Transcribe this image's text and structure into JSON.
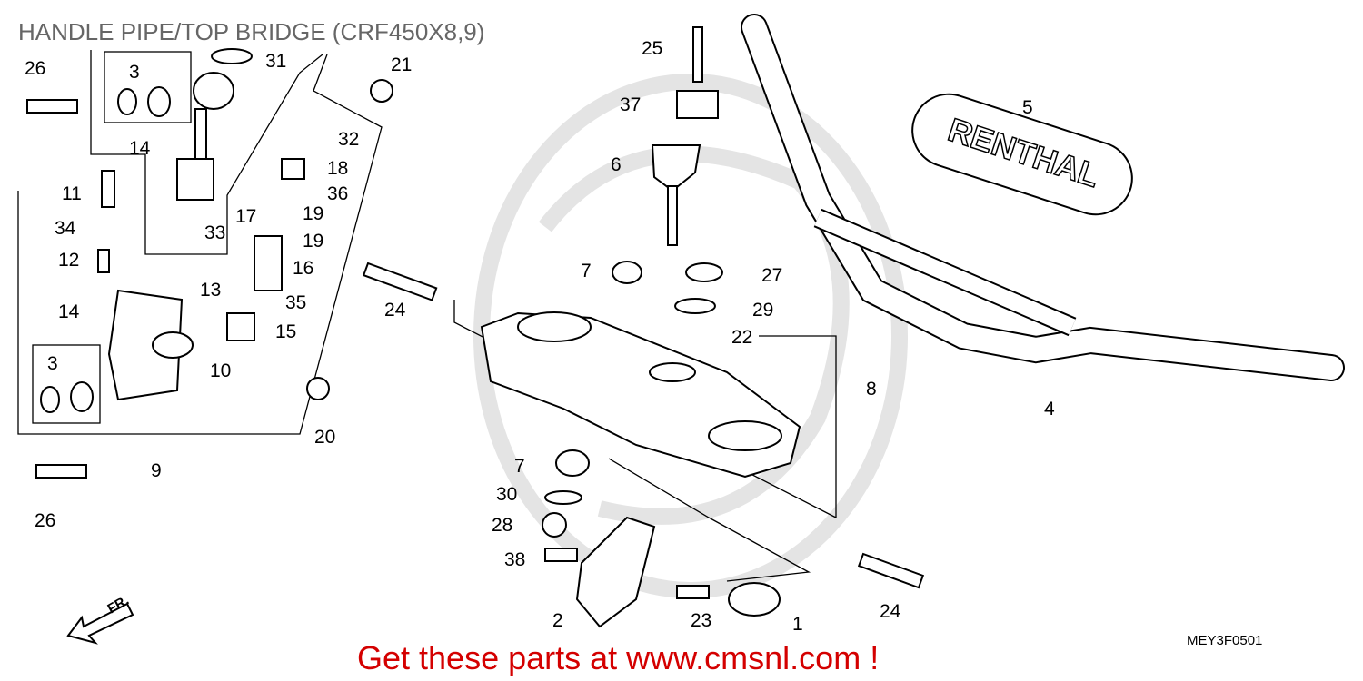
{
  "title": "HANDLE PIPE/TOP BRIDGE (CRF450X8,9)",
  "diagram_code": "MEY3F0501",
  "footer": "Get these parts at www.cmsnl.com !",
  "grip_brand": "RENTHAL",
  "fr_marker": "FR.",
  "callouts": [
    "26",
    "3",
    "31",
    "21",
    "14",
    "32",
    "18",
    "11",
    "36",
    "17",
    "19",
    "34",
    "33",
    "19",
    "12",
    "16",
    "13",
    "35",
    "14",
    "15",
    "3",
    "10",
    "20",
    "9",
    "26",
    "25",
    "37",
    "5",
    "6",
    "7",
    "27",
    "24",
    "29",
    "22",
    "8",
    "4",
    "7",
    "30",
    "28",
    "38",
    "24",
    "2",
    "23",
    "1"
  ],
  "colors": {
    "footer": "#d40000",
    "title": "#666666"
  }
}
